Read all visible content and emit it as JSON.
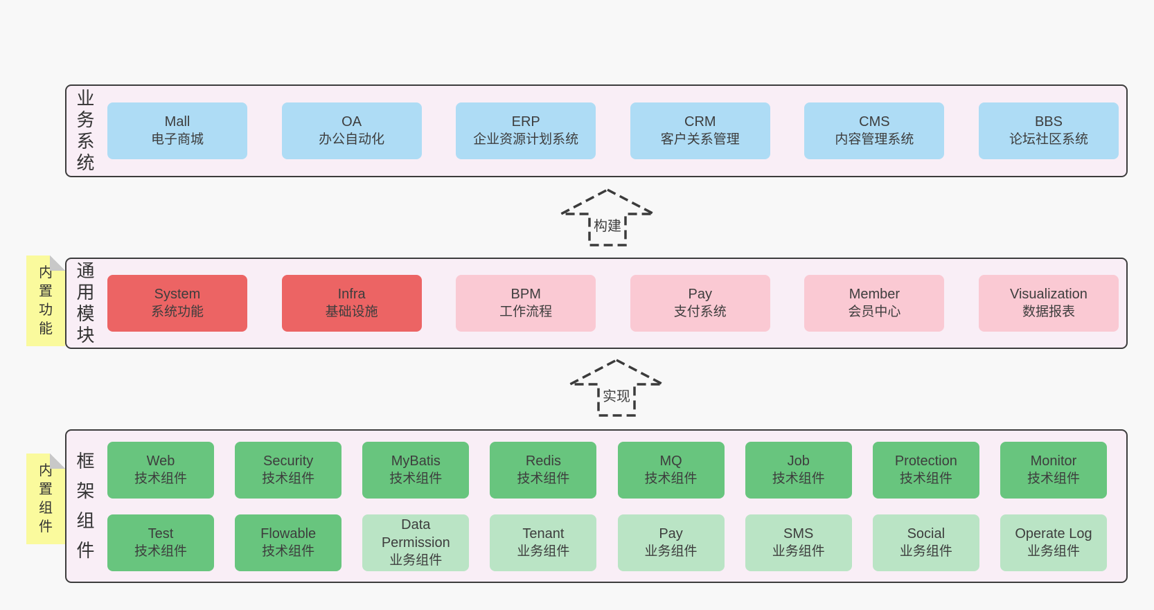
{
  "colors": {
    "page_bg": "#f8f8f8",
    "panel_bg": "#f9eef6",
    "panel_border": "#3c3c3c",
    "blue": "#aedcf5",
    "red": "#ec6464",
    "pink": "#fac9d3",
    "green": "#68c57e",
    "light_green": "#bae4c5",
    "note_yellow": "#fafa9d",
    "note_fold_gray": "#c8c8c8",
    "text": "#3d3d3d"
  },
  "arrows": {
    "build": "构建",
    "implement": "实现"
  },
  "layers": {
    "business": {
      "side_label": "业务系统",
      "boxes": [
        {
          "title": "Mall",
          "subtitle": "电子商城"
        },
        {
          "title": "OA",
          "subtitle": "办公自动化"
        },
        {
          "title": "ERP",
          "subtitle": "企业资源计划系统"
        },
        {
          "title": "CRM",
          "subtitle": "客户关系管理"
        },
        {
          "title": "CMS",
          "subtitle": "内容管理系统"
        },
        {
          "title": "BBS",
          "subtitle": "论坛社区系统"
        }
      ]
    },
    "modules": {
      "side_label": "通用模块",
      "note_label": "内置功能",
      "boxes": [
        {
          "title": "System",
          "subtitle": "系统功能"
        },
        {
          "title": "Infra",
          "subtitle": "基础设施"
        },
        {
          "title": "BPM",
          "subtitle": "工作流程"
        },
        {
          "title": "Pay",
          "subtitle": "支付系统"
        },
        {
          "title": "Member",
          "subtitle": "会员中心"
        },
        {
          "title": "Visualization",
          "subtitle": "数据报表"
        }
      ]
    },
    "components": {
      "side_label": "框架组件",
      "note_label": "内置组件",
      "row1": [
        {
          "title": "Web",
          "subtitle": "技术组件"
        },
        {
          "title": "Security",
          "subtitle": "技术组件"
        },
        {
          "title": "MyBatis",
          "subtitle": "技术组件"
        },
        {
          "title": "Redis",
          "subtitle": "技术组件"
        },
        {
          "title": "MQ",
          "subtitle": "技术组件"
        },
        {
          "title": "Job",
          "subtitle": "技术组件"
        },
        {
          "title": "Protection",
          "subtitle": "技术组件"
        },
        {
          "title": "Monitor",
          "subtitle": "技术组件"
        }
      ],
      "row2": [
        {
          "title": "Test",
          "subtitle": "技术组件"
        },
        {
          "title": "Flowable",
          "subtitle": "技术组件"
        },
        {
          "title": "Data Permission",
          "subtitle": "业务组件"
        },
        {
          "title": "Tenant",
          "subtitle": "业务组件"
        },
        {
          "title": "Pay",
          "subtitle": "业务组件"
        },
        {
          "title": "SMS",
          "subtitle": "业务组件"
        },
        {
          "title": "Social",
          "subtitle": "业务组件"
        },
        {
          "title": "Operate Log",
          "subtitle": "业务组件"
        }
      ]
    }
  }
}
